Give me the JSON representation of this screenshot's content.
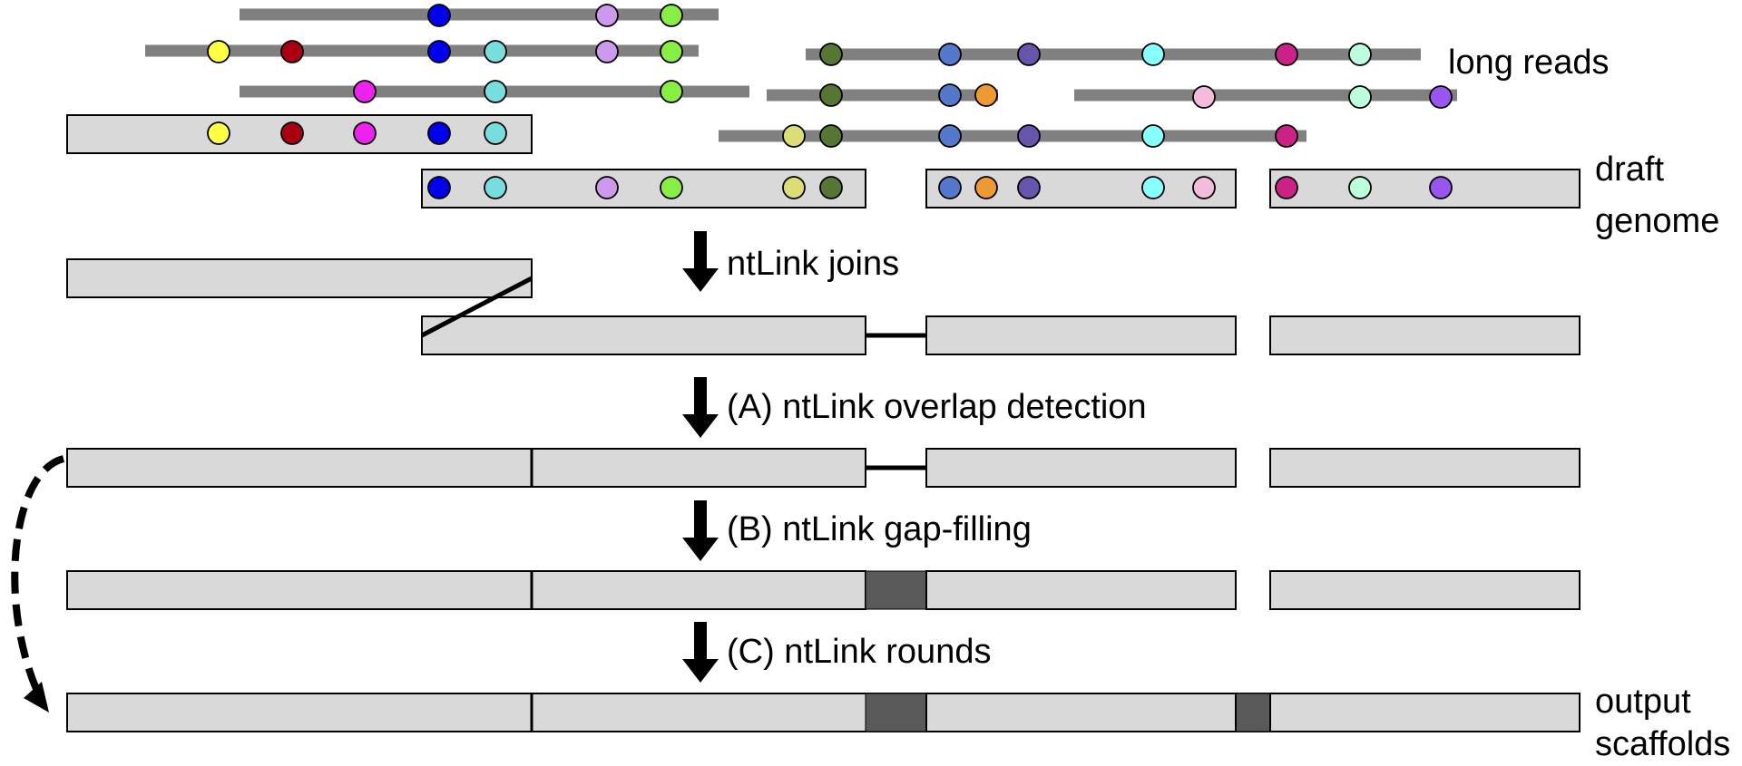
{
  "labels": {
    "long_reads": "long reads",
    "draft_genome_line1": "draft",
    "draft_genome_line2": "genome",
    "output_scaffolds_line1": "output",
    "output_scaffolds_line2": "scaffolds"
  },
  "steps": {
    "joins": "ntLink joins",
    "overlap": "(A) ntLink overlap detection",
    "gapfill": "(B) ntLink gap-filling",
    "rounds": "(C) ntLink rounds"
  },
  "colors": {
    "contig_fill": "#d9d9d9",
    "contig_stroke": "#000000",
    "read_line": "#808080",
    "filled_gap": "#595959",
    "arrow": "#000000"
  }
}
